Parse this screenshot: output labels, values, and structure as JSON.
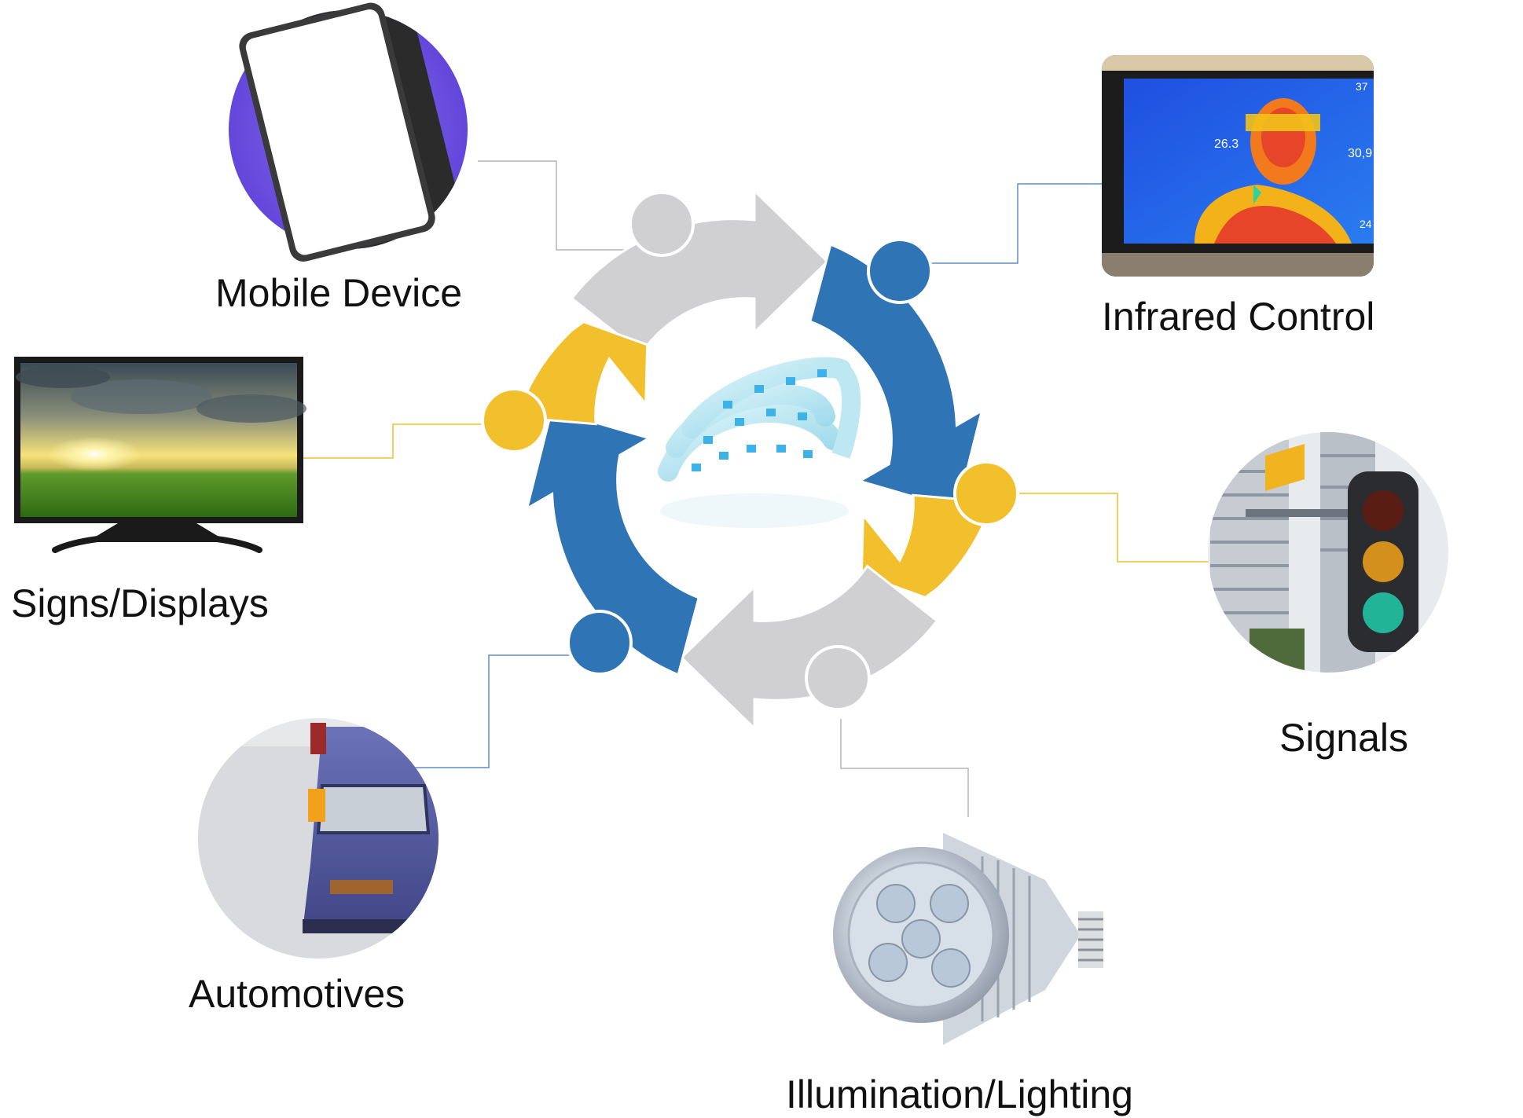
{
  "diagram": {
    "center_image": "led-strip",
    "colors": {
      "gray": "#d0cfd2",
      "blue": "#2f74b5",
      "yellow": "#f2c02c",
      "connector_gray": "#b5b5b5",
      "connector_blue": "#5b8fc7",
      "connector_yellow": "#f2c02c"
    }
  },
  "applications": [
    {
      "id": "mobile-device",
      "label": "Mobile Device",
      "image": "smartphone",
      "ring_color": "gray"
    },
    {
      "id": "infrared-control",
      "label": "Infrared Control",
      "image": "thermal-display",
      "ring_color": "blue"
    },
    {
      "id": "signals",
      "label": "Signals",
      "image": "traffic-light",
      "ring_color": "yellow"
    },
    {
      "id": "illumination-lighting",
      "label": "Illumination/Lighting",
      "image": "led-spotlight-bulb",
      "ring_color": "gray"
    },
    {
      "id": "automotives",
      "label": "Automotives",
      "image": "car-headlight",
      "ring_color": "blue"
    },
    {
      "id": "signs-displays",
      "label": "Signs/Displays",
      "image": "flat-screen-tv",
      "ring_color": "yellow"
    }
  ]
}
